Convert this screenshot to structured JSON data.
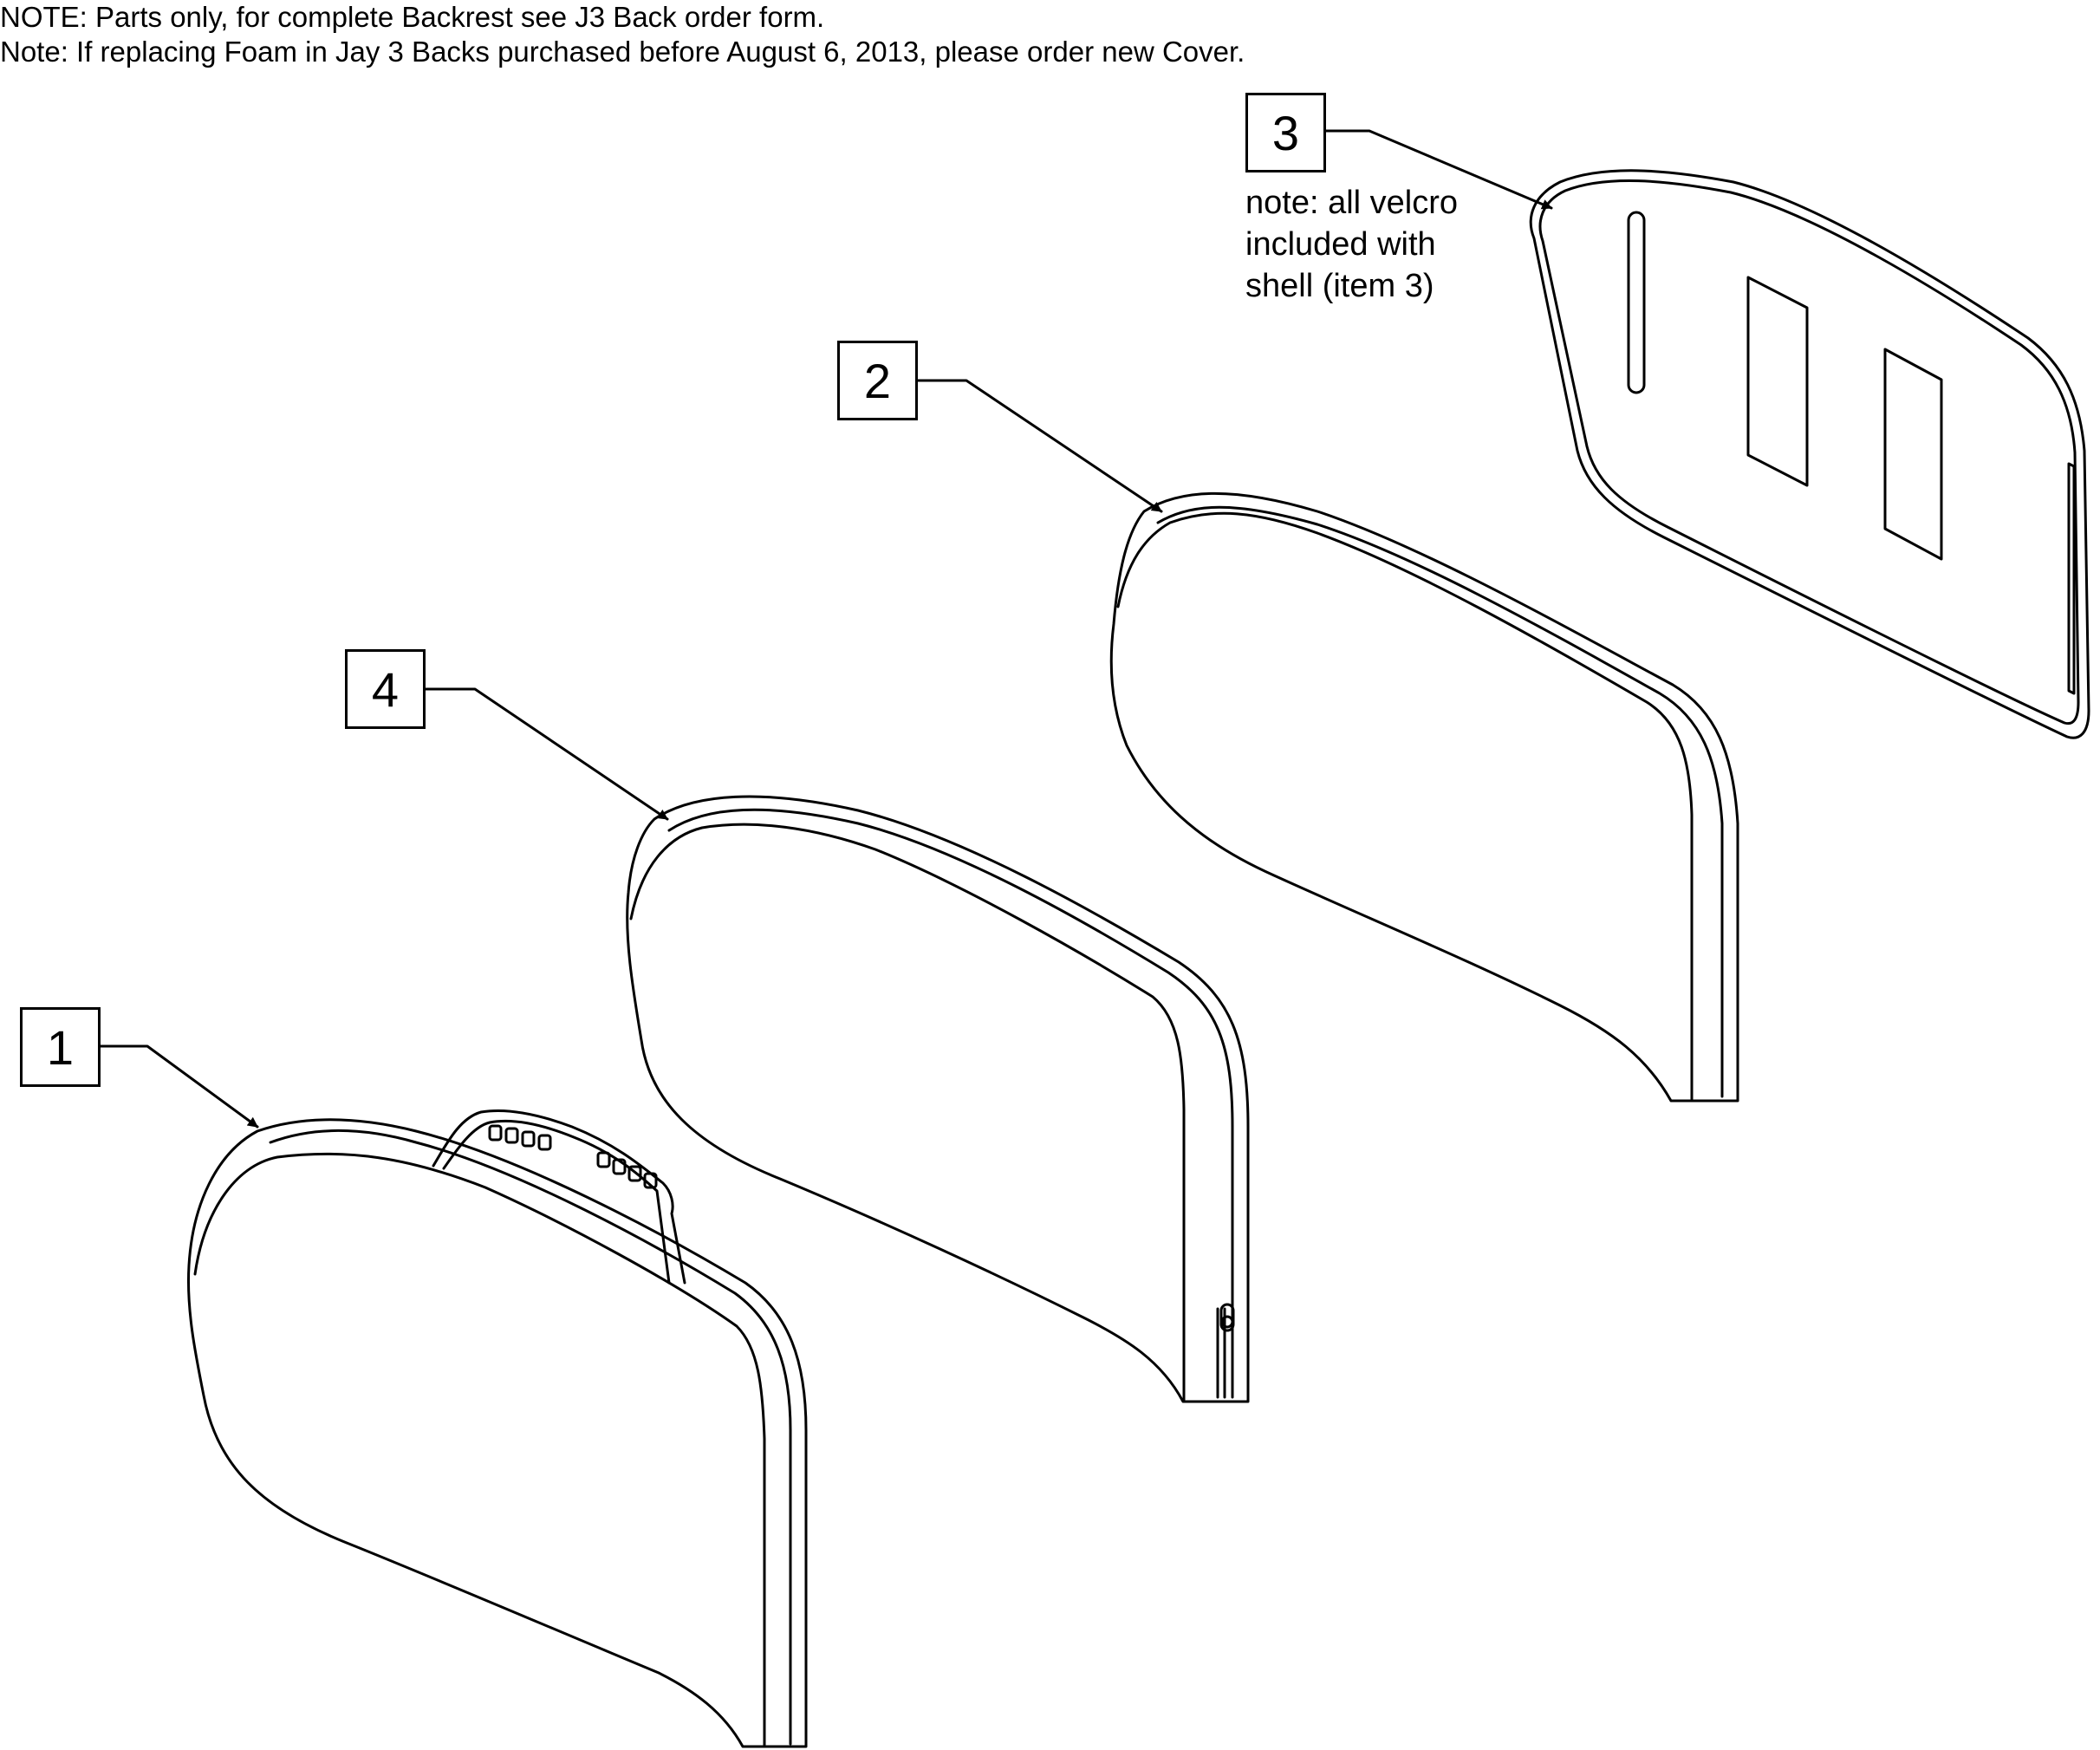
{
  "notes": {
    "line1": "NOTE: Parts only, for complete Backrest see J3 Back order form.",
    "line2": "Note: If replacing Foam in Jay 3 Backs purchased before August 6, 2013, please order new Cover."
  },
  "callouts": {
    "item1": "1",
    "item2": "2",
    "item3": "3",
    "item4": "4"
  },
  "shell_note": {
    "line1": "note: all velcro",
    "line2": "included with",
    "line3": "shell (item 3)"
  },
  "colors": {
    "line": "#000000",
    "background": "#ffffff"
  }
}
